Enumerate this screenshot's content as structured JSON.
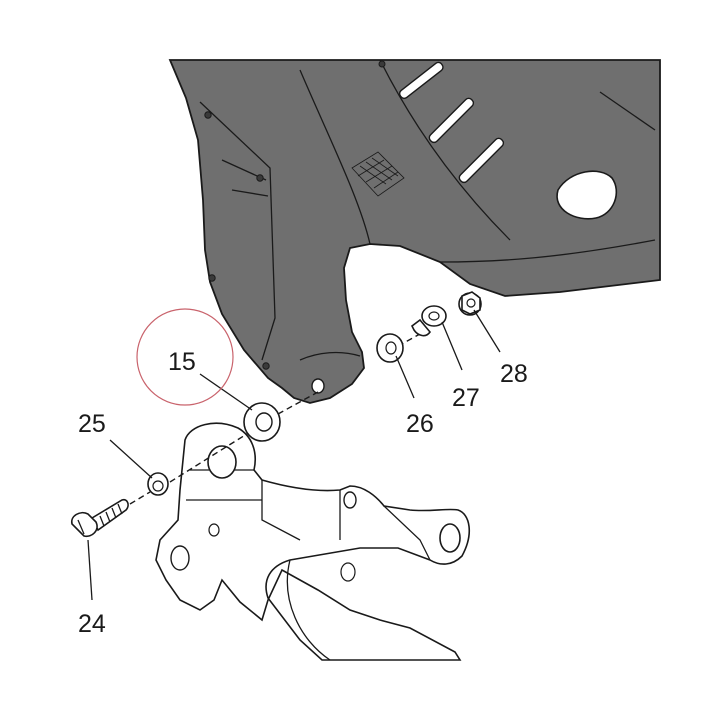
{
  "callouts": [
    {
      "id": "c15",
      "text": "15"
    },
    {
      "id": "c24",
      "text": "24"
    },
    {
      "id": "c25",
      "text": "25"
    },
    {
      "id": "c26",
      "text": "26"
    },
    {
      "id": "c27",
      "text": "27"
    },
    {
      "id": "c28",
      "text": "28"
    }
  ],
  "colors": {
    "cover_fill": "#6f6f6f",
    "highlight_circle": "#c9636c",
    "line": "#1a1a1a"
  }
}
